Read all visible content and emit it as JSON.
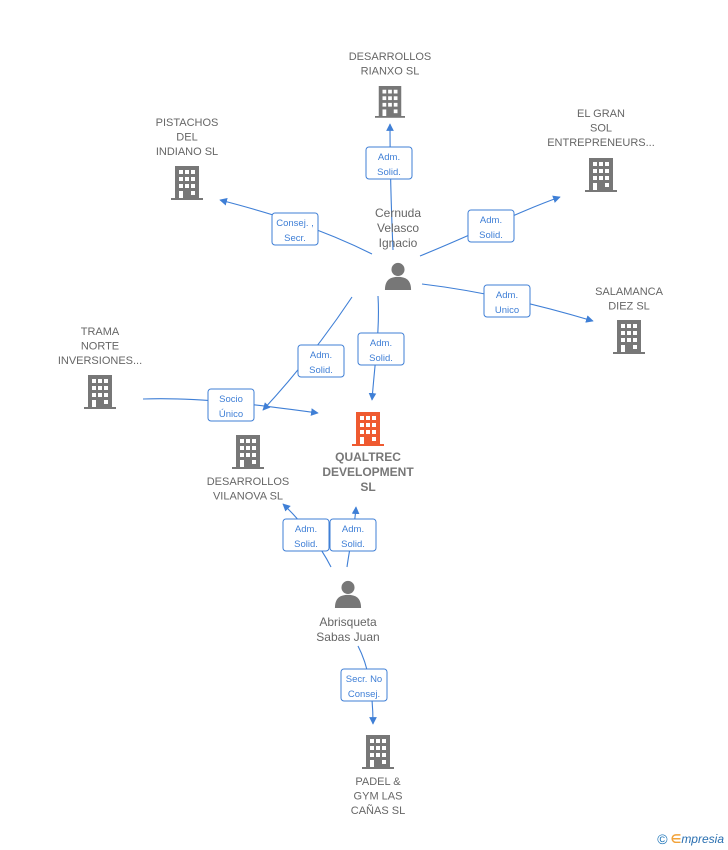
{
  "colors": {
    "edge": "#3f7fd6",
    "company": "#777777",
    "focus_company": "#ef5a30",
    "person": "#777777",
    "label": "#666666"
  },
  "companies": [
    {
      "id": "qualtrec",
      "name": "qualtrec-development",
      "lines": [
        "QUALTREC",
        "DEVELOPMENT",
        "SL"
      ],
      "focus": true,
      "icon": "building-icon"
    },
    {
      "id": "rianxo",
      "name": "desarrollos-rianxo",
      "lines": [
        "DESARROLLOS",
        "RIANXO SL"
      ],
      "focus": false,
      "icon": "building-icon"
    },
    {
      "id": "pistachos",
      "name": "pistachos-del-indiano",
      "lines": [
        "PISTACHOS",
        "DEL",
        "INDIANO  SL"
      ],
      "focus": false,
      "icon": "building-icon"
    },
    {
      "id": "gransol",
      "name": "el-gran-sol-entrepreneurs",
      "lines": [
        "EL GRAN",
        "SOL",
        "ENTREPRENEURS..."
      ],
      "focus": false,
      "icon": "building-icon"
    },
    {
      "id": "salamanca",
      "name": "salamanca-diez",
      "lines": [
        "SALAMANCA",
        "DIEZ SL"
      ],
      "focus": false,
      "icon": "building-icon"
    },
    {
      "id": "trama",
      "name": "trama-norte-inversiones",
      "lines": [
        "TRAMA",
        "NORTE",
        "INVERSIONES..."
      ],
      "focus": false,
      "icon": "building-icon"
    },
    {
      "id": "vilanova",
      "name": "desarrollos-vilanova",
      "lines": [
        "DESARROLLOS",
        "VILANOVA SL"
      ],
      "focus": false,
      "icon": "building-icon"
    },
    {
      "id": "padel",
      "name": "padel-gym-las-canas",
      "lines": [
        "PADEL &",
        "GYM LAS",
        "CAÑAS  SL"
      ],
      "focus": false,
      "icon": "building-icon"
    }
  ],
  "persons": [
    {
      "id": "cernuda",
      "name": "cernuda-velasco-ignacio",
      "lines": [
        "Cernuda",
        "Velasco",
        "Ignacio"
      ],
      "icon": "person-icon"
    },
    {
      "id": "abrisqueta",
      "name": "abrisqueta-sabas-juan",
      "lines": [
        "Abrisqueta",
        "Sabas Juan"
      ],
      "icon": "person-icon"
    }
  ],
  "edges": [
    {
      "from": "cernuda",
      "to": "rianxo",
      "label": [
        "Adm.",
        "Solid."
      ]
    },
    {
      "from": "cernuda",
      "to": "pistachos",
      "label": [
        "Consej. ,",
        "Secr."
      ]
    },
    {
      "from": "cernuda",
      "to": "gransol",
      "label": [
        "Adm.",
        "Solid."
      ]
    },
    {
      "from": "cernuda",
      "to": "salamanca",
      "label": [
        "Adm.",
        "Unico"
      ]
    },
    {
      "from": "cernuda",
      "to": "vilanova",
      "label": [
        "Adm.",
        "Solid."
      ]
    },
    {
      "from": "cernuda",
      "to": "qualtrec",
      "label": [
        "Adm.",
        "Solid."
      ]
    },
    {
      "from": "trama",
      "to": "qualtrec",
      "label": [
        "Socio",
        "Único"
      ]
    },
    {
      "from": "abrisqueta",
      "to": "vilanova",
      "label": [
        "Adm.",
        "Solid."
      ]
    },
    {
      "from": "abrisqueta",
      "to": "qualtrec",
      "label": [
        "Adm.",
        "Solid."
      ]
    },
    {
      "from": "abrisqueta",
      "to": "padel",
      "label": [
        "Secr.  No",
        "Consej."
      ]
    }
  ],
  "footer": {
    "copyright_symbol": "©",
    "brand_initial": "∈",
    "brand_rest": "mpresia"
  }
}
